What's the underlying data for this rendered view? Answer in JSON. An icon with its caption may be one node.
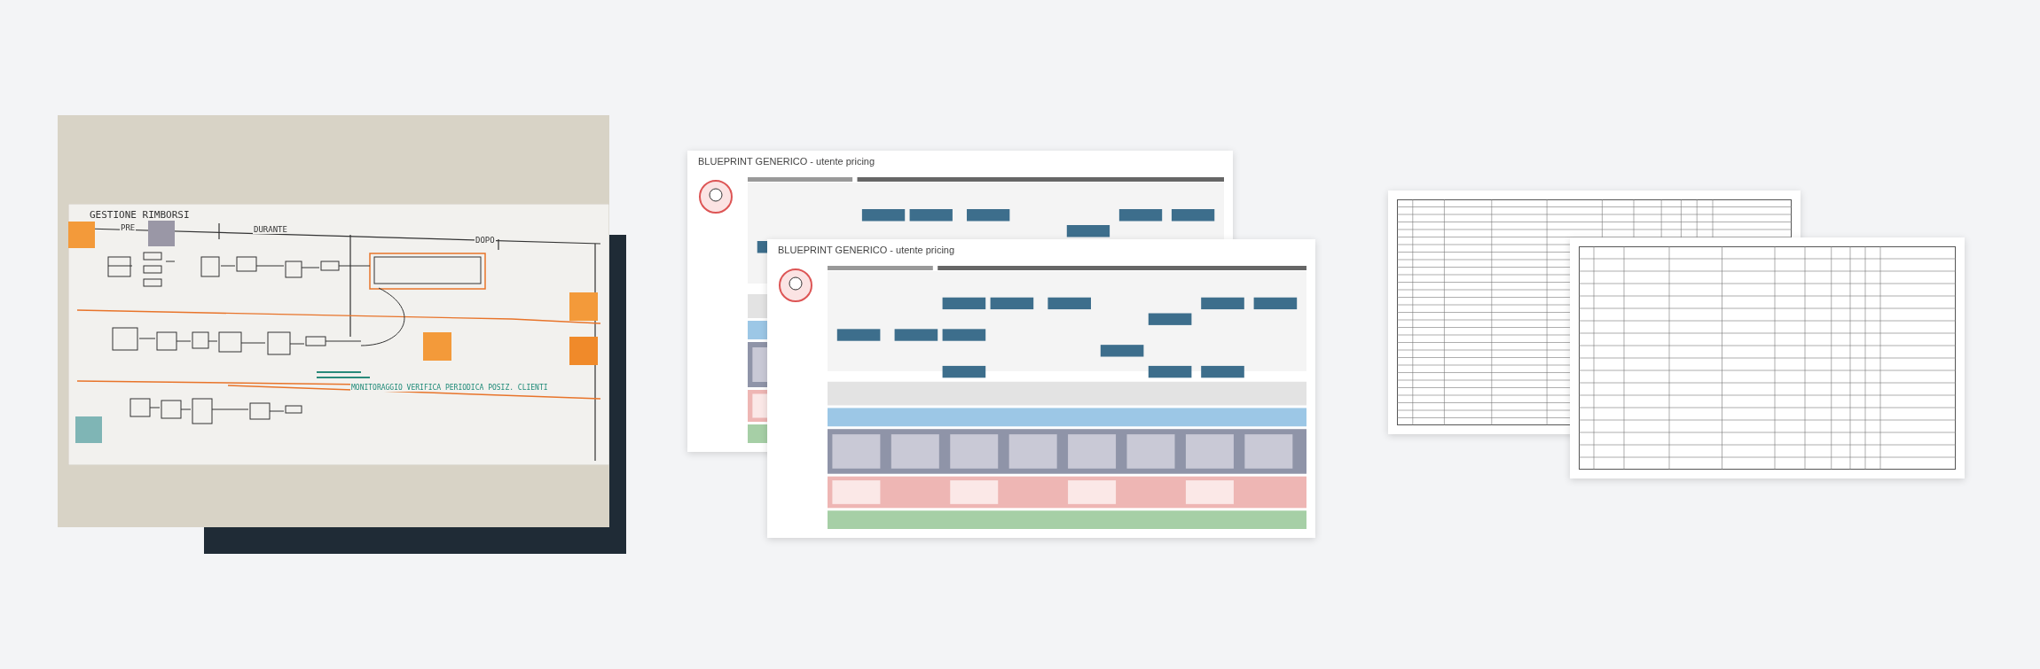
{
  "diagram": {
    "labels": [
      "GESTIONE RIMBORSI",
      "PRE",
      "DURANTE",
      "DOPO",
      "MONITORAGGIO VERIFICA PERIODICA POSIZ. CLIENTI",
      "BLUEPRINT GENERICO - utente pricing",
      "BLUEPRINT GENERICO - utente pricing"
    ]
  }
}
